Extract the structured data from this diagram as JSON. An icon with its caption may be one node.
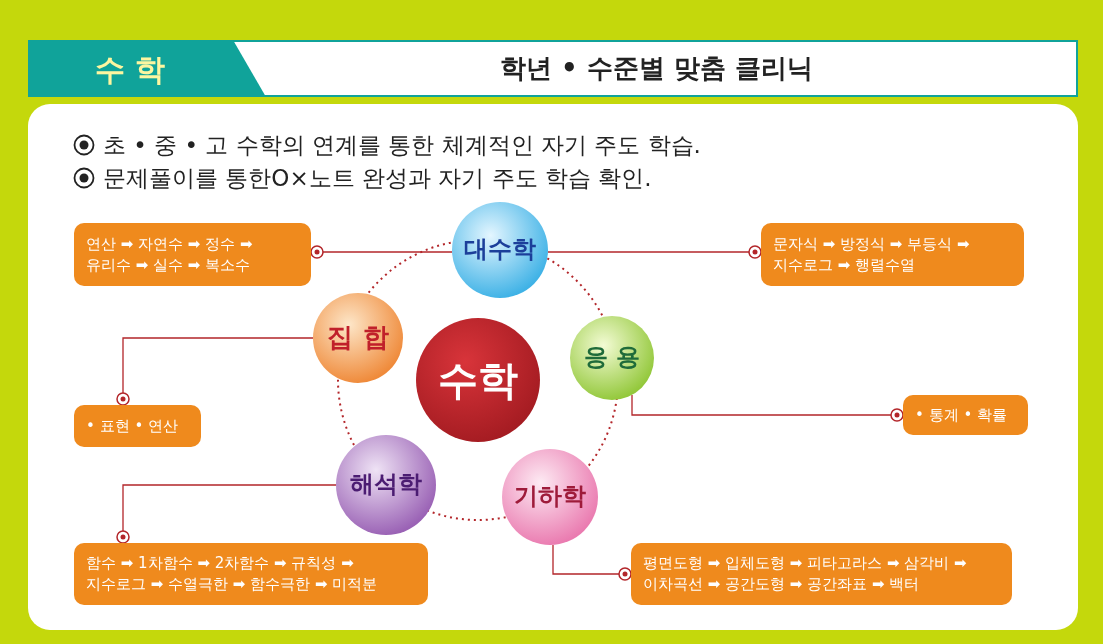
{
  "diagram": {
    "title": "학년 • 수준별 맞춤 클리닉",
    "nodes": [
      {
        "text": [
          "수학"
        ]
      },
      {
        "text": [
          "대수학"
        ]
      },
      {
        "text": [
          "응 용"
        ]
      },
      {
        "text": [
          "기하학"
        ]
      },
      {
        "text": [
          "해석학"
        ]
      },
      {
        "text": [
          "집 합"
        ]
      },
      {
        "text": [
          "연산 ➡ 자연수 ➡ 정수 ➡ 유리수 ➡ 실수 ➡ 복소수"
        ]
      },
      {
        "text": [
          "문자식 ➡ 방정식 ➡ 부등식 ➡ 지수로그 ➡ 행렬수열"
        ]
      },
      {
        "text": [
          "• 표현 • 연산"
        ]
      },
      {
        "text": [
          "• 통계 • 확률"
        ]
      },
      {
        "text": [
          "함수 ➡ 1차함수 ➡ 2차함수 ➡ 규칙성 ➡ 지수로그 ➡ 수열극한 ➡ 함수극한 ➡ 미적분"
        ]
      },
      {
        "text": [
          "평면도형 ➡ 입체도형 ➡ 피타고라스 ➡ 삼각비 ➡ 이차곡선 ➡ 공간도형 ➡ 공간좌표 ➡ 백터"
        ]
      }
    ],
    "edges": [
      {
        "from": 1,
        "to": 6,
        "arrow": "other"
      },
      {
        "from": 1,
        "to": 7,
        "arrow": "other"
      },
      {
        "from": 5,
        "to": 8,
        "arrow": "other"
      },
      {
        "from": 2,
        "to": 9,
        "arrow": "other"
      },
      {
        "from": 4,
        "to": 10,
        "arrow": "other"
      },
      {
        "from": 3,
        "to": 11,
        "arrow": "other"
      }
    ],
    "labels": [
      "수 학",
      "초 • 중 • 고 수학의 연계를 통한 체계적인 자기 주도 학습.",
      "문제풀이를 통한O×노트 완성과 자기 주도 학습 확인."
    ]
  }
}
